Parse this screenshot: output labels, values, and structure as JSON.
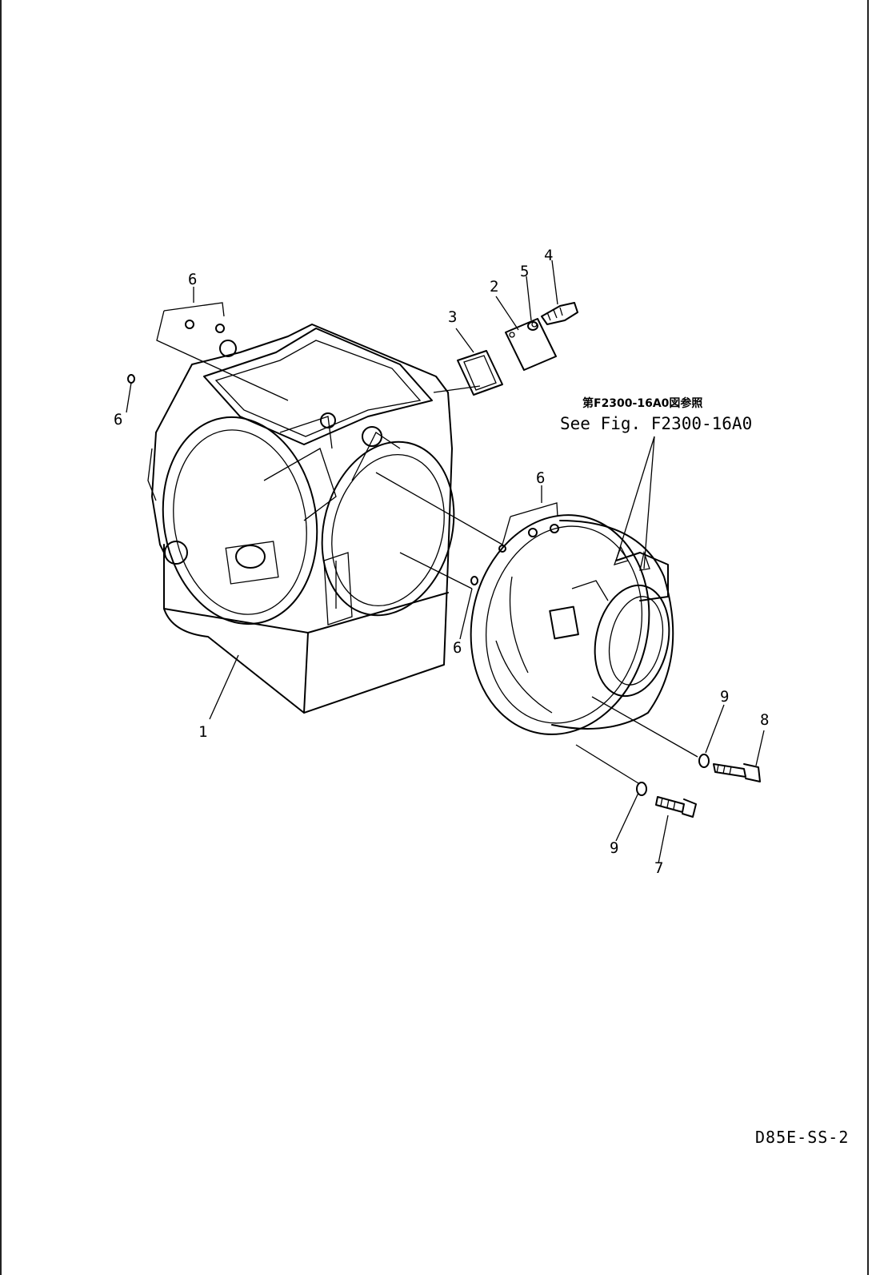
{
  "diagram": {
    "part_callouts": {
      "c1": "1",
      "c2": "2",
      "c3": "3",
      "c4": "4",
      "c5": "5",
      "c6a": "6",
      "c6b": "6",
      "c6c": "6",
      "c6d": "6",
      "c7": "7",
      "c8": "8",
      "c9a": "9",
      "c9b": "9"
    },
    "reference_note_jp": "第F2300-16A0図参照",
    "reference_note_en": "See Fig. F2300-16A0",
    "drawing_code": "D85E-SS-2"
  }
}
